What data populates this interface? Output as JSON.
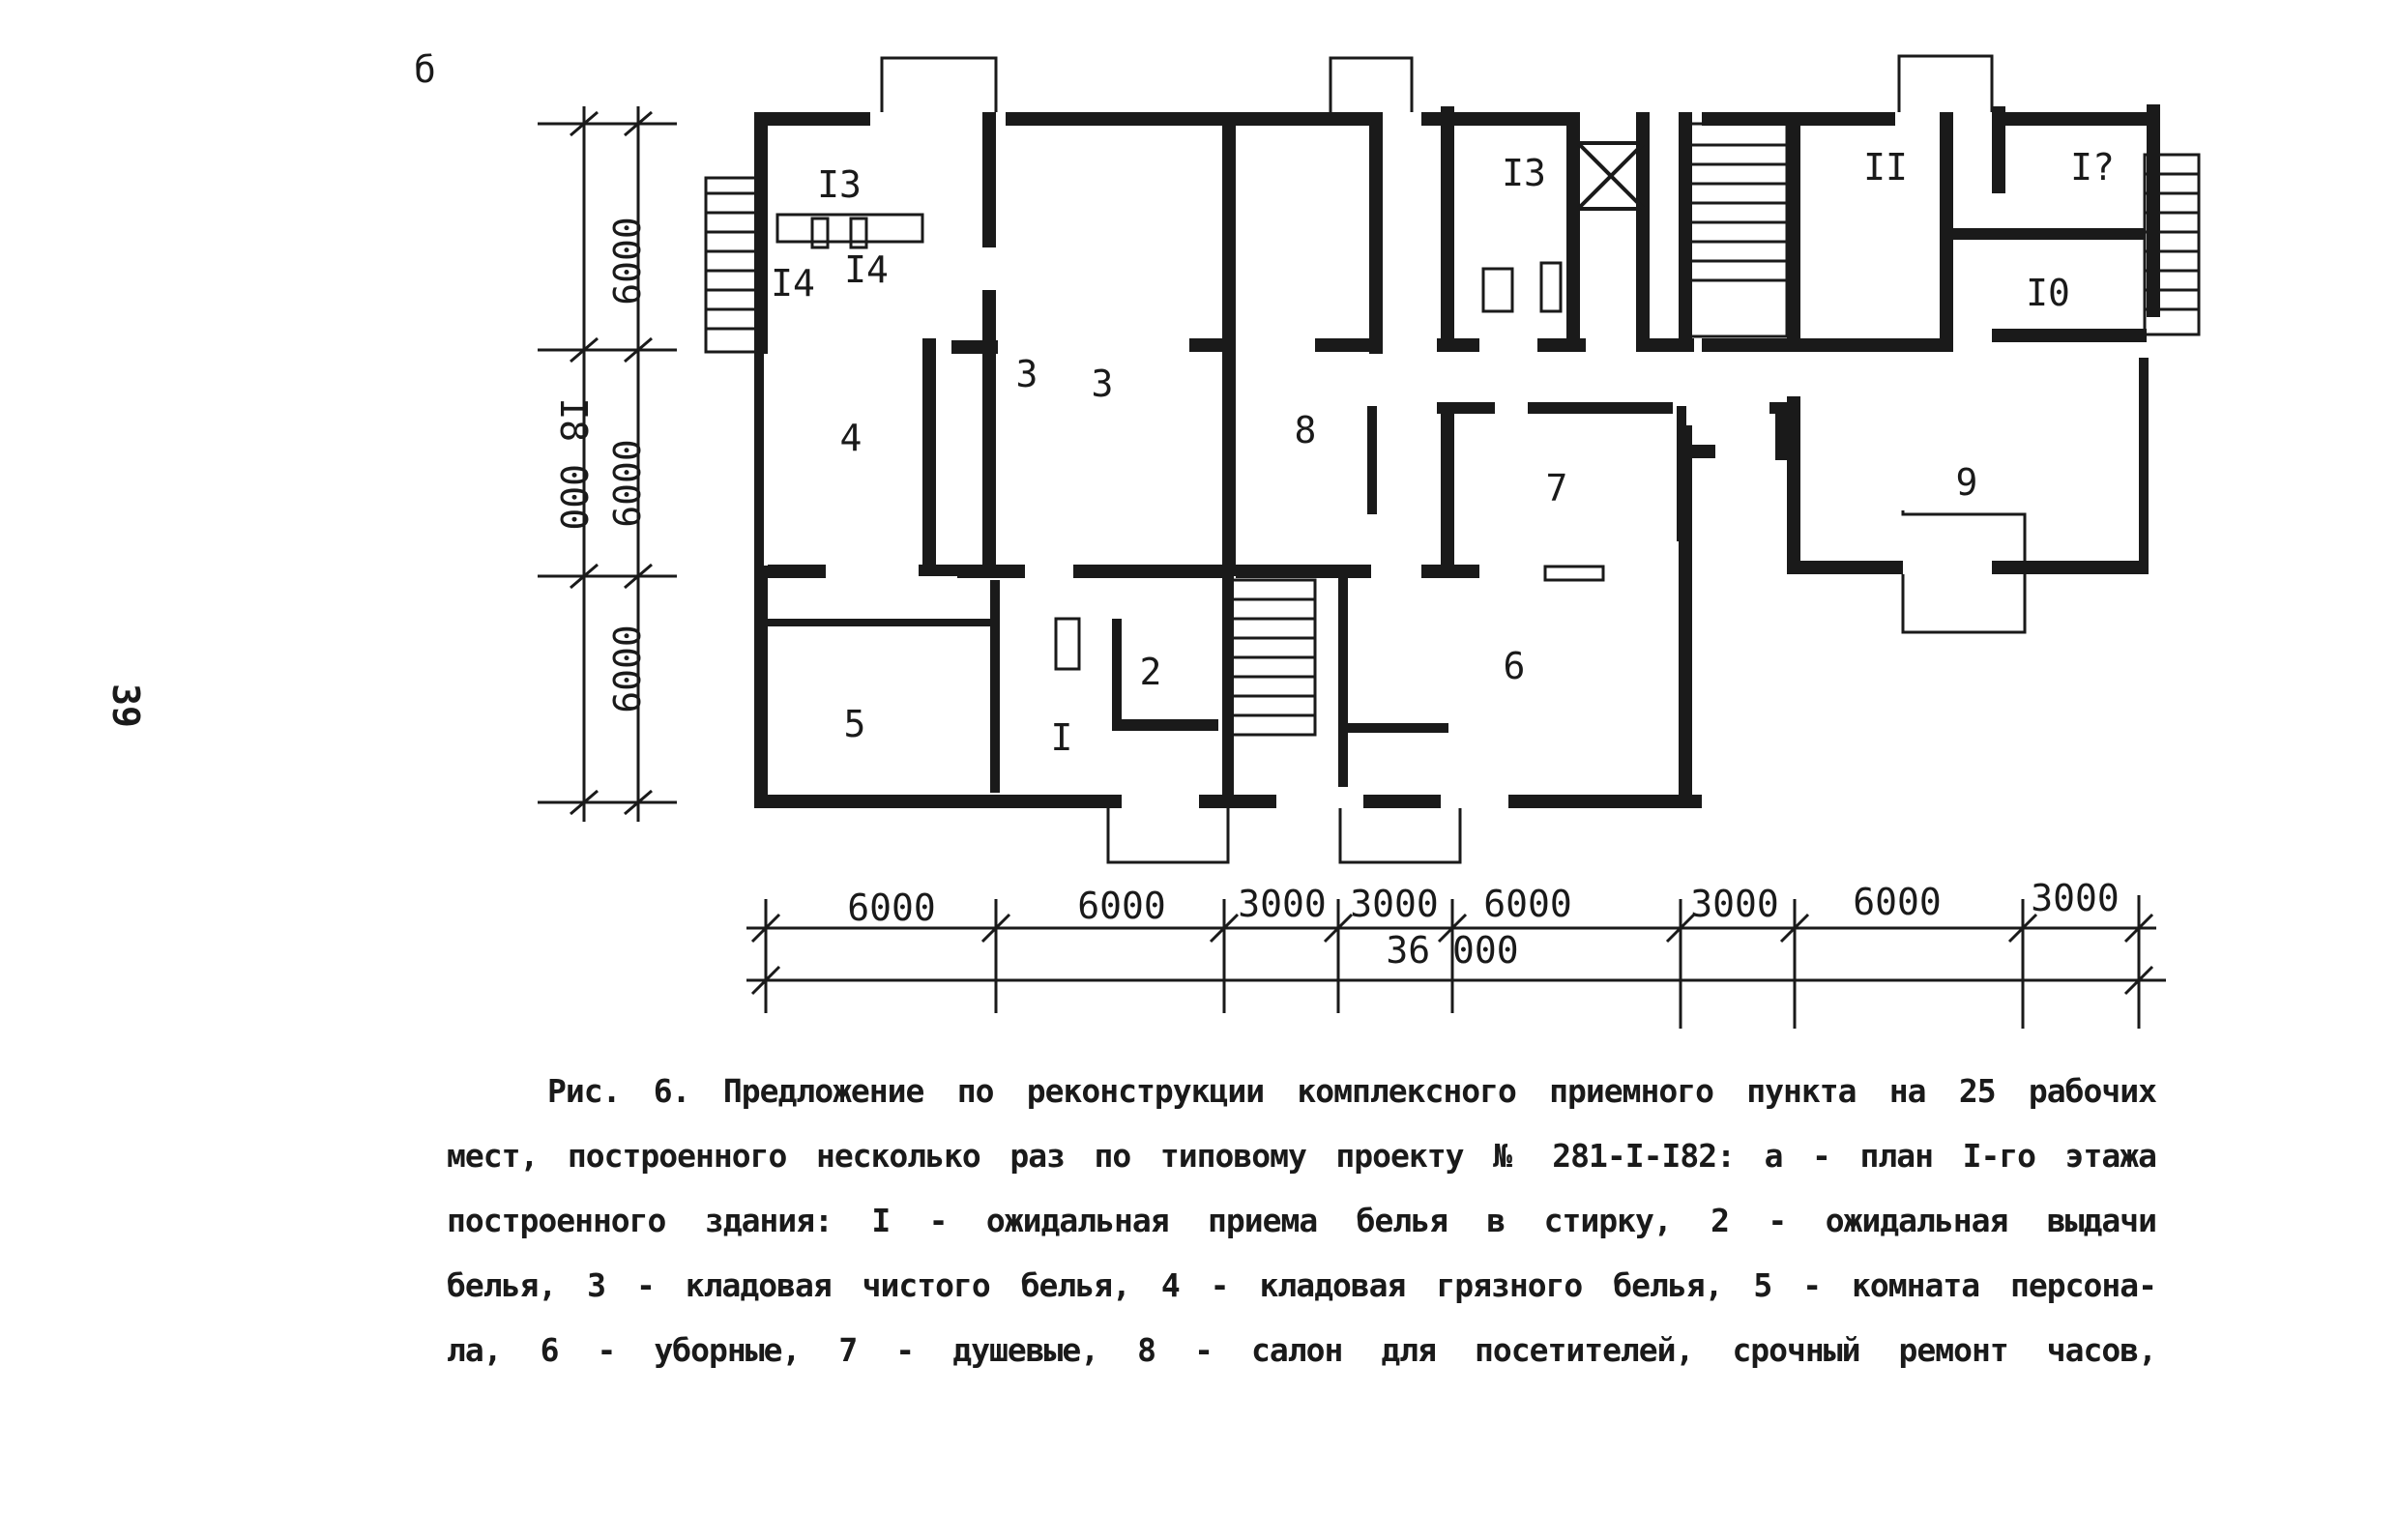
{
  "figure_label": "б",
  "page_number": "39",
  "vertical_dimensions": {
    "total": "I8 000",
    "segments": [
      "6000",
      "6000",
      "6000"
    ]
  },
  "horizontal_dimensions": {
    "total": "36 000",
    "segments": [
      "6000",
      "6000",
      "3000",
      "3000",
      "6000",
      "3000",
      "6000",
      "3000"
    ]
  },
  "rooms": [
    {
      "id": "r13a",
      "label": "I3"
    },
    {
      "id": "r14a",
      "label": "I4"
    },
    {
      "id": "r14b",
      "label": "I4"
    },
    {
      "id": "r4",
      "label": "4"
    },
    {
      "id": "r5",
      "label": "5"
    },
    {
      "id": "r1",
      "label": "I"
    },
    {
      "id": "r2",
      "label": "2"
    },
    {
      "id": "r3",
      "label": "3"
    },
    {
      "id": "r3s",
      "label": "3"
    },
    {
      "id": "r8",
      "label": "8"
    },
    {
      "id": "r13b",
      "label": "I3"
    },
    {
      "id": "r7",
      "label": "7"
    },
    {
      "id": "r6",
      "label": "6"
    },
    {
      "id": "r11",
      "label": "II"
    },
    {
      "id": "r12",
      "label": "I?"
    },
    {
      "id": "r10",
      "label": "I0"
    },
    {
      "id": "r9",
      "label": "9"
    }
  ],
  "caption": {
    "lines": [
      "Рис. 6. Предложение по реконструкции комплексного приемного пункта на 25 рабочих",
      "мест, построенного несколько раз по типовому проекту № 281-I-I82: а - план I-го этажа",
      "построенного здания: I  -  ожидальная приема белья в стирку, 2  -  ожидальная  выдачи",
      "белья, 3 - кладовая чистого белья, 4 - кладовая грязного белья, 5  - комната персона-",
      "ла, 6  -  уборные, 7  -  душевые, 8  -  салон для посетителей, срочный ремонт  часов,"
    ]
  }
}
